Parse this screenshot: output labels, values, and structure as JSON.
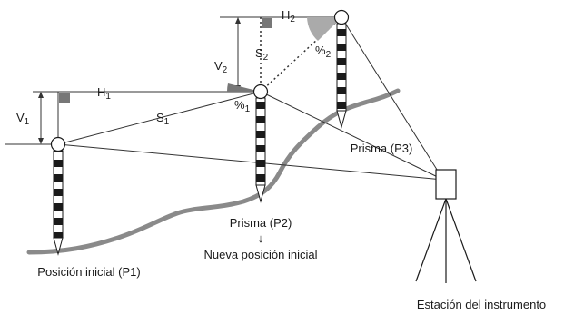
{
  "labels": {
    "H1": "H",
    "H1_sub": "1",
    "H2": "H",
    "H2_sub": "2",
    "V1": "V",
    "V1_sub": "1",
    "V2": "V",
    "V2_sub": "2",
    "S1": "S",
    "S1_sub": "1",
    "S2": "S",
    "S2_sub": "2",
    "grade1": "%",
    "grade1_sub": "1",
    "grade2": "%",
    "grade2_sub": "2"
  },
  "captions": {
    "p1": "Posición inicial (P1)",
    "p2_line1": "Prisma (P2)",
    "p2_arrow": "↓",
    "p2_line2": "Nueva posición inicial",
    "p3": "Prisma (P3)",
    "instrument": "Estación del instrumento"
  },
  "colors": {
    "terrain": "#8a8a8a",
    "pole_band": "#1a1a1a",
    "wedge": "#777777",
    "wedge_light": "#aaaaaa",
    "line": "#333333"
  }
}
